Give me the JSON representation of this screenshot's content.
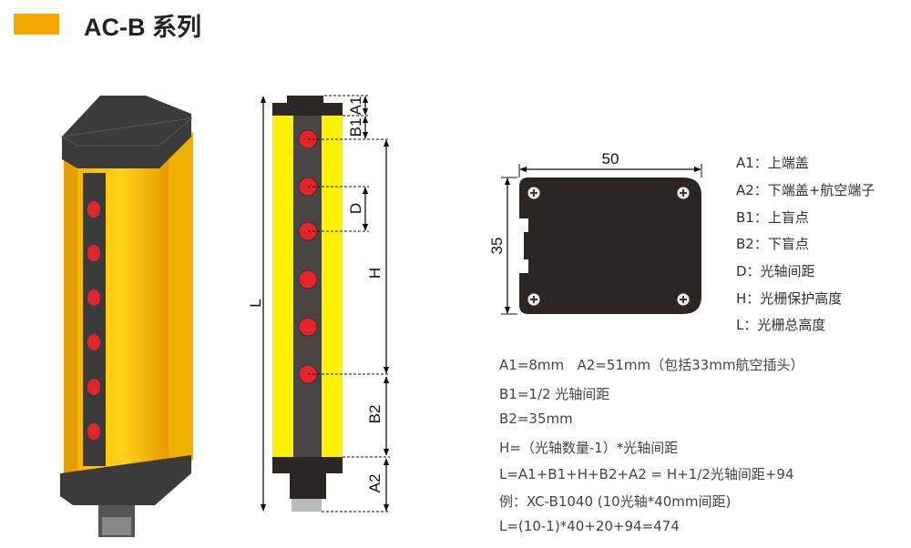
{
  "header": {
    "title": "AC-B 系列",
    "accent_color": "#f6a800"
  },
  "drawing": {
    "labels": {
      "L": "L",
      "A1": "A1",
      "B1": "B1",
      "D": "D",
      "H": "H",
      "B2": "B2",
      "A2": "A2"
    },
    "beam_count": 6
  },
  "cross_section": {
    "width": "50",
    "height": "35"
  },
  "legend": [
    "A1：上端盖",
    "A2：下端盖+航空端子",
    "B1：上盲点",
    "B2：下盲点",
    "D：光轴间距",
    "H：光栅保护高度",
    "L：光栅总高度"
  ],
  "formulas": [
    "A1=8mm   A2=51mm（包括33mm航空插头）",
    "B1=1/2 光轴间距",
    "B2=35mm",
    "H=（光轴数量-1）*光轴间距",
    "L=A1+B1+H+B2+A2 = H+1/2光轴间距+94",
    "例：XC-B1040 (10光轴*40mm间距)",
    "L=(10-1)*40+20+94=474"
  ]
}
